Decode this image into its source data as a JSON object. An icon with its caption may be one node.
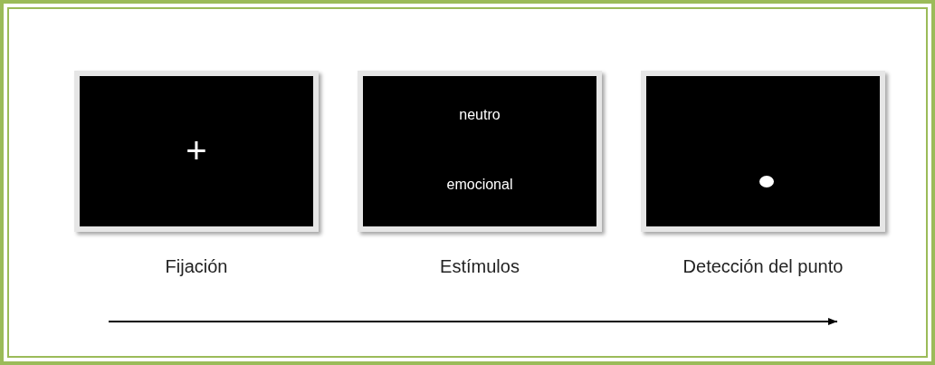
{
  "diagram": {
    "nodes": [
      {
        "text": [
          "+"
        ],
        "beside": [
          "Fijación"
        ]
      },
      {
        "text": [
          "neutro",
          "emocional"
        ],
        "beside": [
          "Estímulos"
        ]
      },
      {
        "text": [],
        "shape": "box",
        "beside": [
          "Detección del punto"
        ]
      }
    ]
  }
}
